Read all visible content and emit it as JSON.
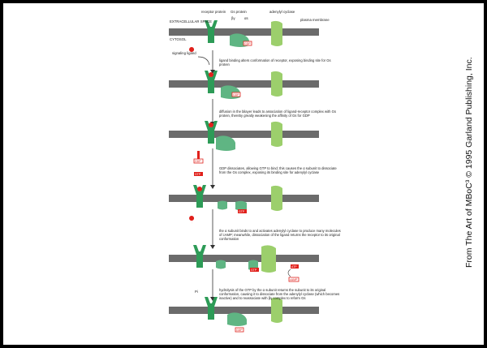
{
  "labels": {
    "extracellular": "EXTRACELLULAR SPACE",
    "cytosol": "CYTOSOL",
    "receptor": "receptor protein",
    "gs_protein": "Gs protein",
    "beta_gamma": "βγ",
    "alpha_s": "αs",
    "adenylyl": "adenylyl cyclase",
    "plasma": "plasma membrane",
    "signaling": "signaling ligand",
    "gdp": "GDP",
    "gtp": "GTP",
    "atp": "ATP",
    "camp": "cAMP",
    "pi": "Pi"
  },
  "captions": [
    "ligand binding alters conformation of receptor, exposing binding site for Gs protein",
    "diffusion in the bilayer leads to association of ligand-receptor complex with Gs protein, thereby greatly weakening the affinity of Gs for GDP",
    "GDP dissociates, allowing GTP to bind; this causes the α subunit to dissociate from the Gs complex, exposing its binding site for adenylyl cyclase",
    "the α subunit binds to and activates adenylyl cyclase to produce many molecules of cAMP; meanwhile, dissociation of the ligand returns the receptor to its original conformation",
    "hydrolysis of the GTP by the α subunit returns the subunit to its original conformation, causing it to dissociate from the adenylyl cyclase (which becomes inactive) and to reassociate with βγ complex to reform Gs"
  ],
  "credit": "From The Art of MBoC³ © 1995 Garland Publishing, Inc.",
  "colors": {
    "receptor": "#2d9b57",
    "gs": "#5fb583",
    "cyclase": "#9ccf6c",
    "membrane": "#6b6b6b",
    "signal": "#e0201b"
  }
}
